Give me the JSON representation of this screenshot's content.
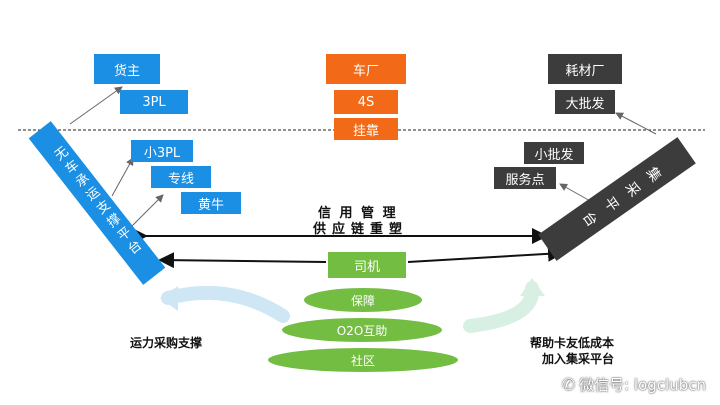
{
  "top": {
    "huozhu": "货主",
    "tpl": "3PL",
    "chechang": "车厂",
    "fours": "4S",
    "guakao": "挂靠",
    "haocai": "耗材厂",
    "dapifa": "大批发"
  },
  "mid_left": {
    "xiao3pl": "小3PL",
    "zhuanxian": "专线",
    "huangniu": "黄牛"
  },
  "mid_right": {
    "xiaopifa": "小批发",
    "fuwudian": "服务点"
  },
  "left_bar": "无车承运支撑平台",
  "right_bar": "集采平台",
  "center": {
    "line1": "信 用 管 理",
    "line2": "供应链重塑",
    "siji": "司机",
    "baozhang": "保障",
    "o2o": "O2O互助",
    "shequ": "社区"
  },
  "bottom_left_label": "运力采购支撑",
  "bottom_right_label_1": "帮助卡友低成本",
  "bottom_right_label_2": "加入集采平台",
  "watermark": "微信号: logclubcn",
  "colors": {
    "blue": "#1a8fe3",
    "orange": "#f26a18",
    "dark": "#3c3c3c",
    "green": "#74bd43"
  }
}
